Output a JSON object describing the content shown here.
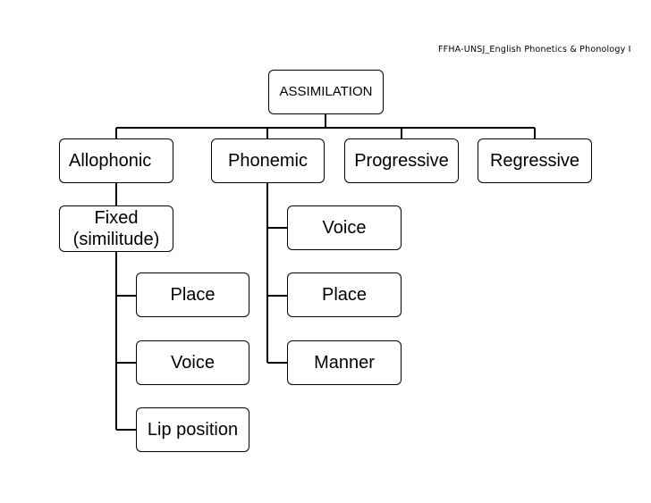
{
  "header_note": "FFHA-UNSJ_English Phonetics & Phonology I",
  "root": {
    "label": "ASSIMILATION"
  },
  "categories": [
    {
      "label": "Allophonic"
    },
    {
      "label": "Phonemic"
    },
    {
      "label": "Progressive"
    },
    {
      "label": "Regressive"
    }
  ],
  "allophonic": {
    "fixed": {
      "line1": "Fixed",
      "line2": "(similitude)"
    },
    "children": [
      {
        "label": "Place"
      },
      {
        "label": "Voice"
      },
      {
        "label": "Lip position"
      }
    ]
  },
  "phonemic": {
    "children": [
      {
        "label": "Voice"
      },
      {
        "label": "Place"
      },
      {
        "label": "Manner"
      }
    ]
  }
}
